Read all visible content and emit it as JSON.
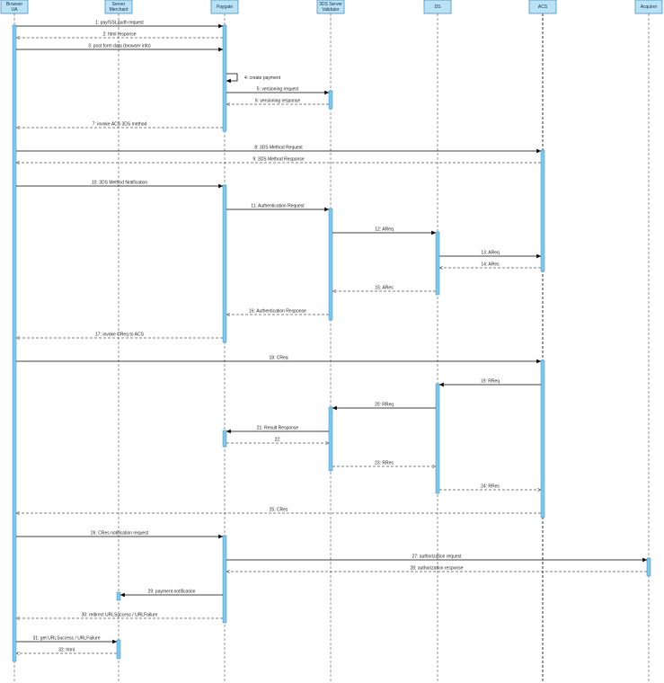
{
  "participants": [
    {
      "id": "browser",
      "line1": "Browser",
      "line2": "UA"
    },
    {
      "id": "merchant",
      "line1": "Server",
      "line2": "Merchant"
    },
    {
      "id": "paygate",
      "line1": "Paygate",
      "line2": ""
    },
    {
      "id": "ds3",
      "line1": "3DS Server",
      "line2": "Validator"
    },
    {
      "id": "ds",
      "line1": "DS",
      "line2": ""
    },
    {
      "id": "acs",
      "line1": "ACS",
      "line2": ""
    },
    {
      "id": "acquirer",
      "line1": "Acquirer",
      "line2": ""
    }
  ],
  "messages": [
    {
      "label": "1: pay/SSL/auth request",
      "from": "browser",
      "to": "paygate",
      "kind": "sync"
    },
    {
      "label": "2: html response",
      "from": "paygate",
      "to": "browser",
      "kind": "return"
    },
    {
      "label": "3: post form data (browser info)",
      "from": "browser",
      "to": "paygate",
      "kind": "sync"
    },
    {
      "label": "4: create payment",
      "from": "paygate",
      "to": "paygate",
      "kind": "self"
    },
    {
      "label": "5: versioning request",
      "from": "paygate",
      "to": "ds3",
      "kind": "sync"
    },
    {
      "label": "6: versioning response",
      "from": "ds3",
      "to": "paygate",
      "kind": "return"
    },
    {
      "label": "7: invoke ACS 3DS method",
      "from": "paygate",
      "to": "browser",
      "kind": "return"
    },
    {
      "label": "8: 3DS Method Request",
      "from": "browser",
      "to": "acs",
      "kind": "sync"
    },
    {
      "label": "9: 3DS Method Response",
      "from": "acs",
      "to": "browser",
      "kind": "return"
    },
    {
      "label": "10: 3DS Method Notification",
      "from": "browser",
      "to": "paygate",
      "kind": "sync"
    },
    {
      "label": "11: Authentication Request",
      "from": "paygate",
      "to": "ds3",
      "kind": "sync"
    },
    {
      "label": "12: AReq",
      "from": "ds3",
      "to": "ds",
      "kind": "sync"
    },
    {
      "label": "13: AReq",
      "from": "ds",
      "to": "acs",
      "kind": "sync"
    },
    {
      "label": "14: ARes",
      "from": "acs",
      "to": "ds",
      "kind": "return"
    },
    {
      "label": "15: ARes",
      "from": "ds",
      "to": "ds3",
      "kind": "return"
    },
    {
      "label": "16: Authentication Response",
      "from": "ds3",
      "to": "paygate",
      "kind": "return"
    },
    {
      "label": "17: invoke CReq to ACS",
      "from": "paygate",
      "to": "browser",
      "kind": "return"
    },
    {
      "label": "18: CReq",
      "from": "browser",
      "to": "acs",
      "kind": "sync"
    },
    {
      "label": "19: RReq",
      "from": "acs",
      "to": "ds",
      "kind": "sync"
    },
    {
      "label": "20: RReq",
      "from": "ds",
      "to": "ds3",
      "kind": "sync"
    },
    {
      "label": "21: Result Response",
      "from": "ds3",
      "to": "paygate",
      "kind": "sync"
    },
    {
      "label": "22:",
      "from": "paygate",
      "to": "ds3",
      "kind": "return"
    },
    {
      "label": "23: RRes",
      "from": "ds3",
      "to": "ds",
      "kind": "return"
    },
    {
      "label": "24: RRes",
      "from": "ds",
      "to": "acs",
      "kind": "return"
    },
    {
      "label": "25: CRes",
      "from": "acs",
      "to": "browser",
      "kind": "return"
    },
    {
      "label": "26: CRes notification request",
      "from": "browser",
      "to": "paygate",
      "kind": "sync"
    },
    {
      "label": "27: authorization request",
      "from": "paygate",
      "to": "acquirer",
      "kind": "sync"
    },
    {
      "label": "28: authorization response",
      "from": "acquirer",
      "to": "paygate",
      "kind": "return"
    },
    {
      "label": "29: payment notification",
      "from": "paygate",
      "to": "merchant",
      "kind": "sync"
    },
    {
      "label": "30: redirect URLSuccess / URLFailure",
      "from": "paygate",
      "to": "browser",
      "kind": "return"
    },
    {
      "label": "31: get URLSuccess / URLFailure",
      "from": "browser",
      "to": "merchant",
      "kind": "sync"
    },
    {
      "label": "32: html",
      "from": "merchant",
      "to": "browser",
      "kind": "return"
    }
  ],
  "colors": {
    "participant_fill": "#b9e3f5",
    "participant_border": "#4a90c2",
    "activation_fill": "#7ec8ec",
    "activation_border": "#3b8fc4",
    "lifeline": "#7a7a7a",
    "arrow": "#000000",
    "return_arrow": "#555555"
  }
}
